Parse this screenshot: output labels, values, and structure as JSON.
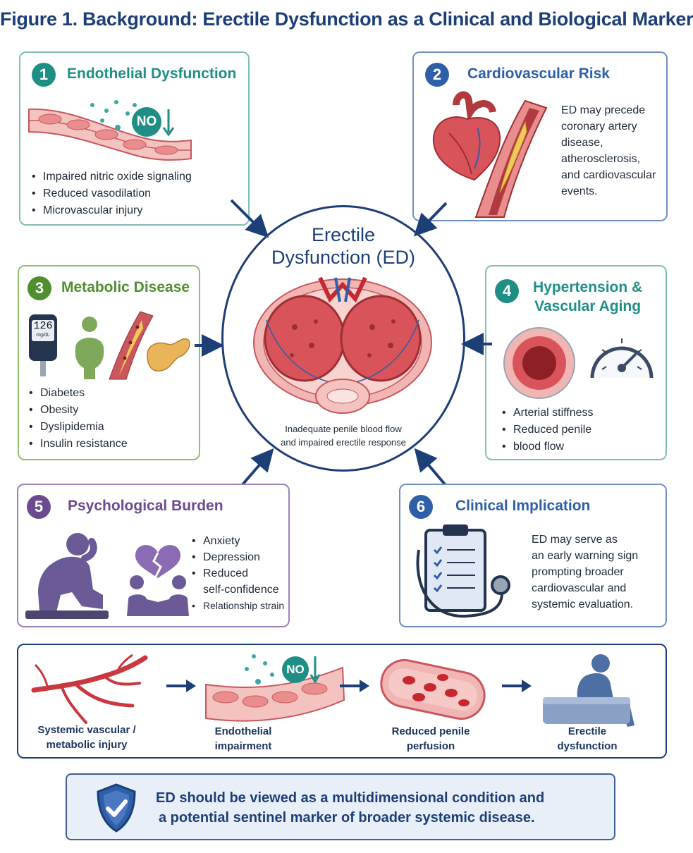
{
  "title": "Figure 1. Background: Erectile Dysfunction as a Clinical and Biological Marker",
  "colors": {
    "navy": "#1d3f78",
    "teal": "#1f8f86",
    "blue": "#2f5fa8",
    "green": "#4f8f2f",
    "purple": "#6b4a8f",
    "tissue_red": "#d9545a",
    "tissue_pink": "#f1b6b3"
  },
  "center": {
    "title_line1": "Erectile",
    "title_line2": "Dysfunction (ED)",
    "caption_line1": "Inadequate penile blood flow",
    "caption_line2": "and impaired erectile response"
  },
  "panels": [
    {
      "number": "1",
      "title": "Endothelial Dysfunction",
      "badge": "NO",
      "bullets": [
        "Impaired nitric oxide signaling",
        "Reduced vasodilation",
        "Microvascular injury"
      ]
    },
    {
      "number": "2",
      "title": "Cardiovascular Risk",
      "text": [
        "ED may precede",
        "coronary artery",
        "disease,",
        "atherosclerosis,",
        "and cardiovascular",
        "events."
      ]
    },
    {
      "number": "3",
      "title": "Metabolic Disease",
      "glucose_value": "126",
      "glucose_unit": "mg/dL",
      "bullets": [
        "Diabetes",
        "Obesity",
        "Dyslipidemia",
        "Insulin resistance"
      ]
    },
    {
      "number": "4",
      "title_line1": "Hypertension &",
      "title_line2": "Vascular Aging",
      "bullets": [
        "Arterial stiffness",
        "Reduced penile",
        "blood flow"
      ]
    },
    {
      "number": "5",
      "title": "Psychological Burden",
      "bullets": [
        "Anxiety",
        "Depression",
        "Reduced",
        "self-confidence",
        "Relationship strain"
      ]
    },
    {
      "number": "6",
      "title": "Clinical Implication",
      "text": [
        "ED may serve as",
        "an early warning sign",
        "prompting broader",
        "cardiovascular and",
        "systemic evaluation."
      ]
    }
  ],
  "flow": {
    "badge": "NO",
    "steps": [
      {
        "line1": "Systemic vascular /",
        "line2": "metabolic injury"
      },
      {
        "line1": "Endothelial",
        "line2": "impairment"
      },
      {
        "line1": "Reduced penile",
        "line2": "perfusion"
      },
      {
        "line1": "Erectile",
        "line2": "dysfunction"
      }
    ]
  },
  "conclusion": {
    "line1": "ED should be viewed as a multidimensional condition and",
    "line2": "a potential sentinel marker of broader systemic disease."
  }
}
